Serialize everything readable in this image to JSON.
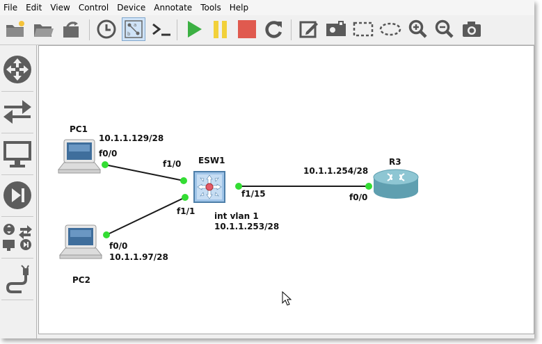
{
  "menu": [
    "File",
    "Edit",
    "View",
    "Control",
    "Device",
    "Annotate",
    "Tools",
    "Help"
  ],
  "toolbar": {
    "buttons": [
      "new-project",
      "open-project",
      "save-project",
      "snapshot",
      "show-interface-labels",
      "console",
      "start-all",
      "suspend-all",
      "stop-all",
      "reload-all",
      "add-note",
      "insert-image",
      "draw-rectangle",
      "draw-ellipse",
      "zoom-in",
      "zoom-out",
      "screenshot"
    ],
    "accent_play": "#3cb043",
    "accent_pause": "#f2d13a",
    "accent_stop": "#e05a4f"
  },
  "sidebar": {
    "items": [
      "routers",
      "switches",
      "end-devices",
      "security-devices",
      "all-devices",
      "add-link"
    ]
  },
  "topology": {
    "devices": {
      "pc1": {
        "name": "PC1",
        "ip": "10.1.1.129/28",
        "iface": "f0/0"
      },
      "pc2": {
        "name": "PC2",
        "ip": "10.1.1.97/28",
        "iface": "f0/0"
      },
      "esw1": {
        "name": "ESW1",
        "iface_pc1": "f1/0",
        "iface_pc2": "f1/1",
        "iface_r3": "f1/15",
        "svi": "int vlan 1",
        "svi_ip": "10.1.1.253/28"
      },
      "r3": {
        "name": "R3",
        "ip": "10.1.1.254/28",
        "iface": "f0/0"
      }
    },
    "link_color": "#1a1a1a",
    "port_color": "#33dd33"
  }
}
